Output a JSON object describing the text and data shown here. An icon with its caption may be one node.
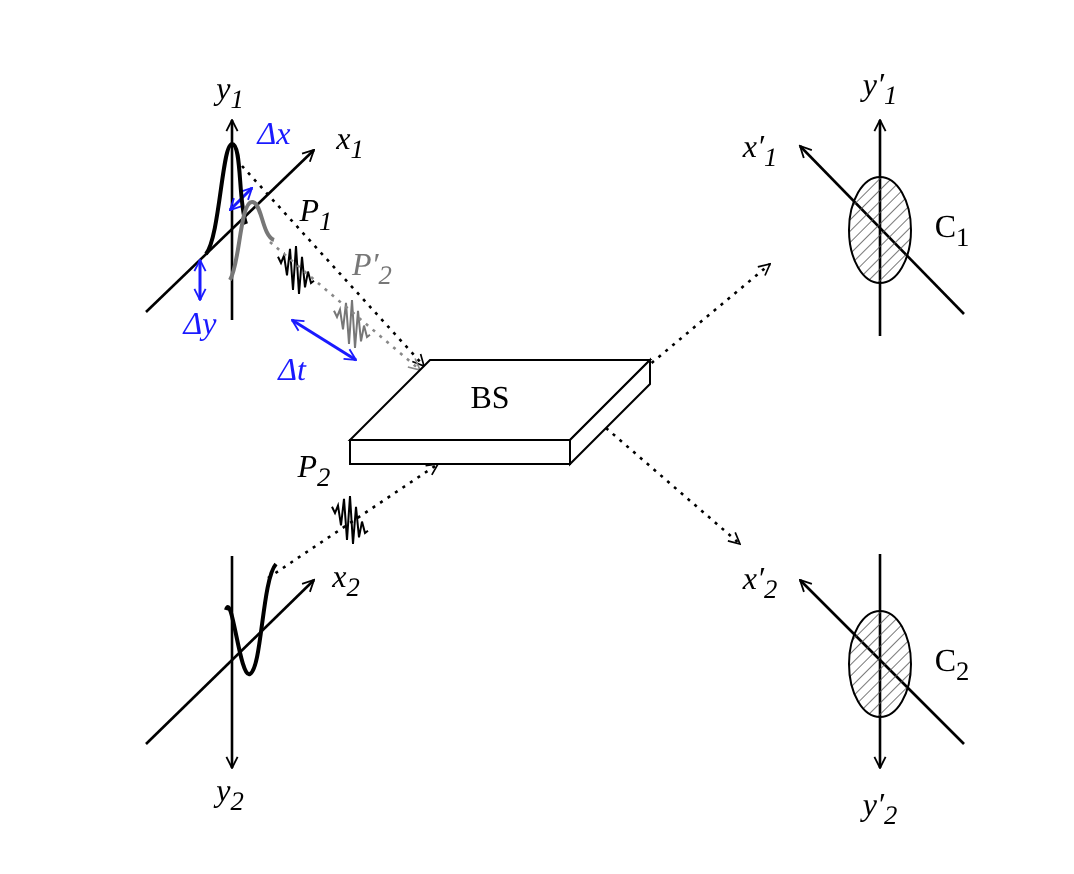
{
  "diagram": {
    "nodes": [
      {
        "text": [
          "BS"
        ]
      },
      {
        "text": [
          "C$_{1}$"
        ]
      },
      {
        "text": [
          "C$_{2}$"
        ]
      },
      {
        "text": [],
        "shape": "curve"
      },
      {
        "text": [],
        "shape": "curve"
      },
      {
        "text": [],
        "shape": "curve"
      }
    ],
    "edges": [
      {
        "from": 3,
        "to": 0,
        "arrow": "to"
      },
      {
        "from": 4,
        "to": 0,
        "arrow": "to",
        "color": "#888888"
      },
      {
        "from": 5,
        "to": 0,
        "arrow": "to"
      },
      {
        "from": 0,
        "to": 1,
        "arrow": "to"
      },
      {
        "from": 0,
        "to": 2,
        "arrow": "to"
      }
    ],
    "labels": [
      "y$_{1}$",
      "Δx",
      "x$_{1}$",
      "P$_{1}$",
      "P′$_{2}$",
      "Δy",
      "Δt",
      "P$_{2}$",
      "x$_{2}$",
      "y$_{2}$",
      "y′$_{1}$",
      "x′$_{1}$",
      "x′$_{2}$",
      "y′$_{2}$"
    ]
  }
}
